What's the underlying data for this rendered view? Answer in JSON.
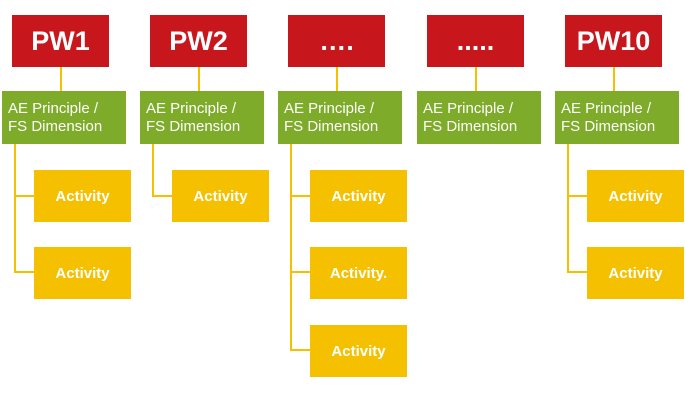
{
  "columns": [
    {
      "pw": "PW1",
      "ae": [
        "AE Principle /",
        "FS Dimension"
      ],
      "activities": [
        "Activity",
        "Activity"
      ]
    },
    {
      "pw": "PW2",
      "ae": [
        "AE Principle /",
        "FS Dimension"
      ],
      "activities": [
        "Activity"
      ]
    },
    {
      "pw": "….",
      "ae": [
        "AE Principle /",
        "FS Dimension"
      ],
      "activities": [
        "Activity",
        "Activity.",
        "Activity"
      ]
    },
    {
      "pw": ".....",
      "ae": [
        "AE Principle /",
        "FS Dimension"
      ],
      "activities": []
    },
    {
      "pw": "PW10",
      "ae": [
        "AE Principle /",
        "FS Dimension"
      ],
      "activities": [
        "Activity",
        "Activity"
      ]
    }
  ],
  "colors": {
    "pw": "#c8161d",
    "ae": "#7eab2a",
    "activity": "#f5c000",
    "connector": "#f5c000"
  }
}
